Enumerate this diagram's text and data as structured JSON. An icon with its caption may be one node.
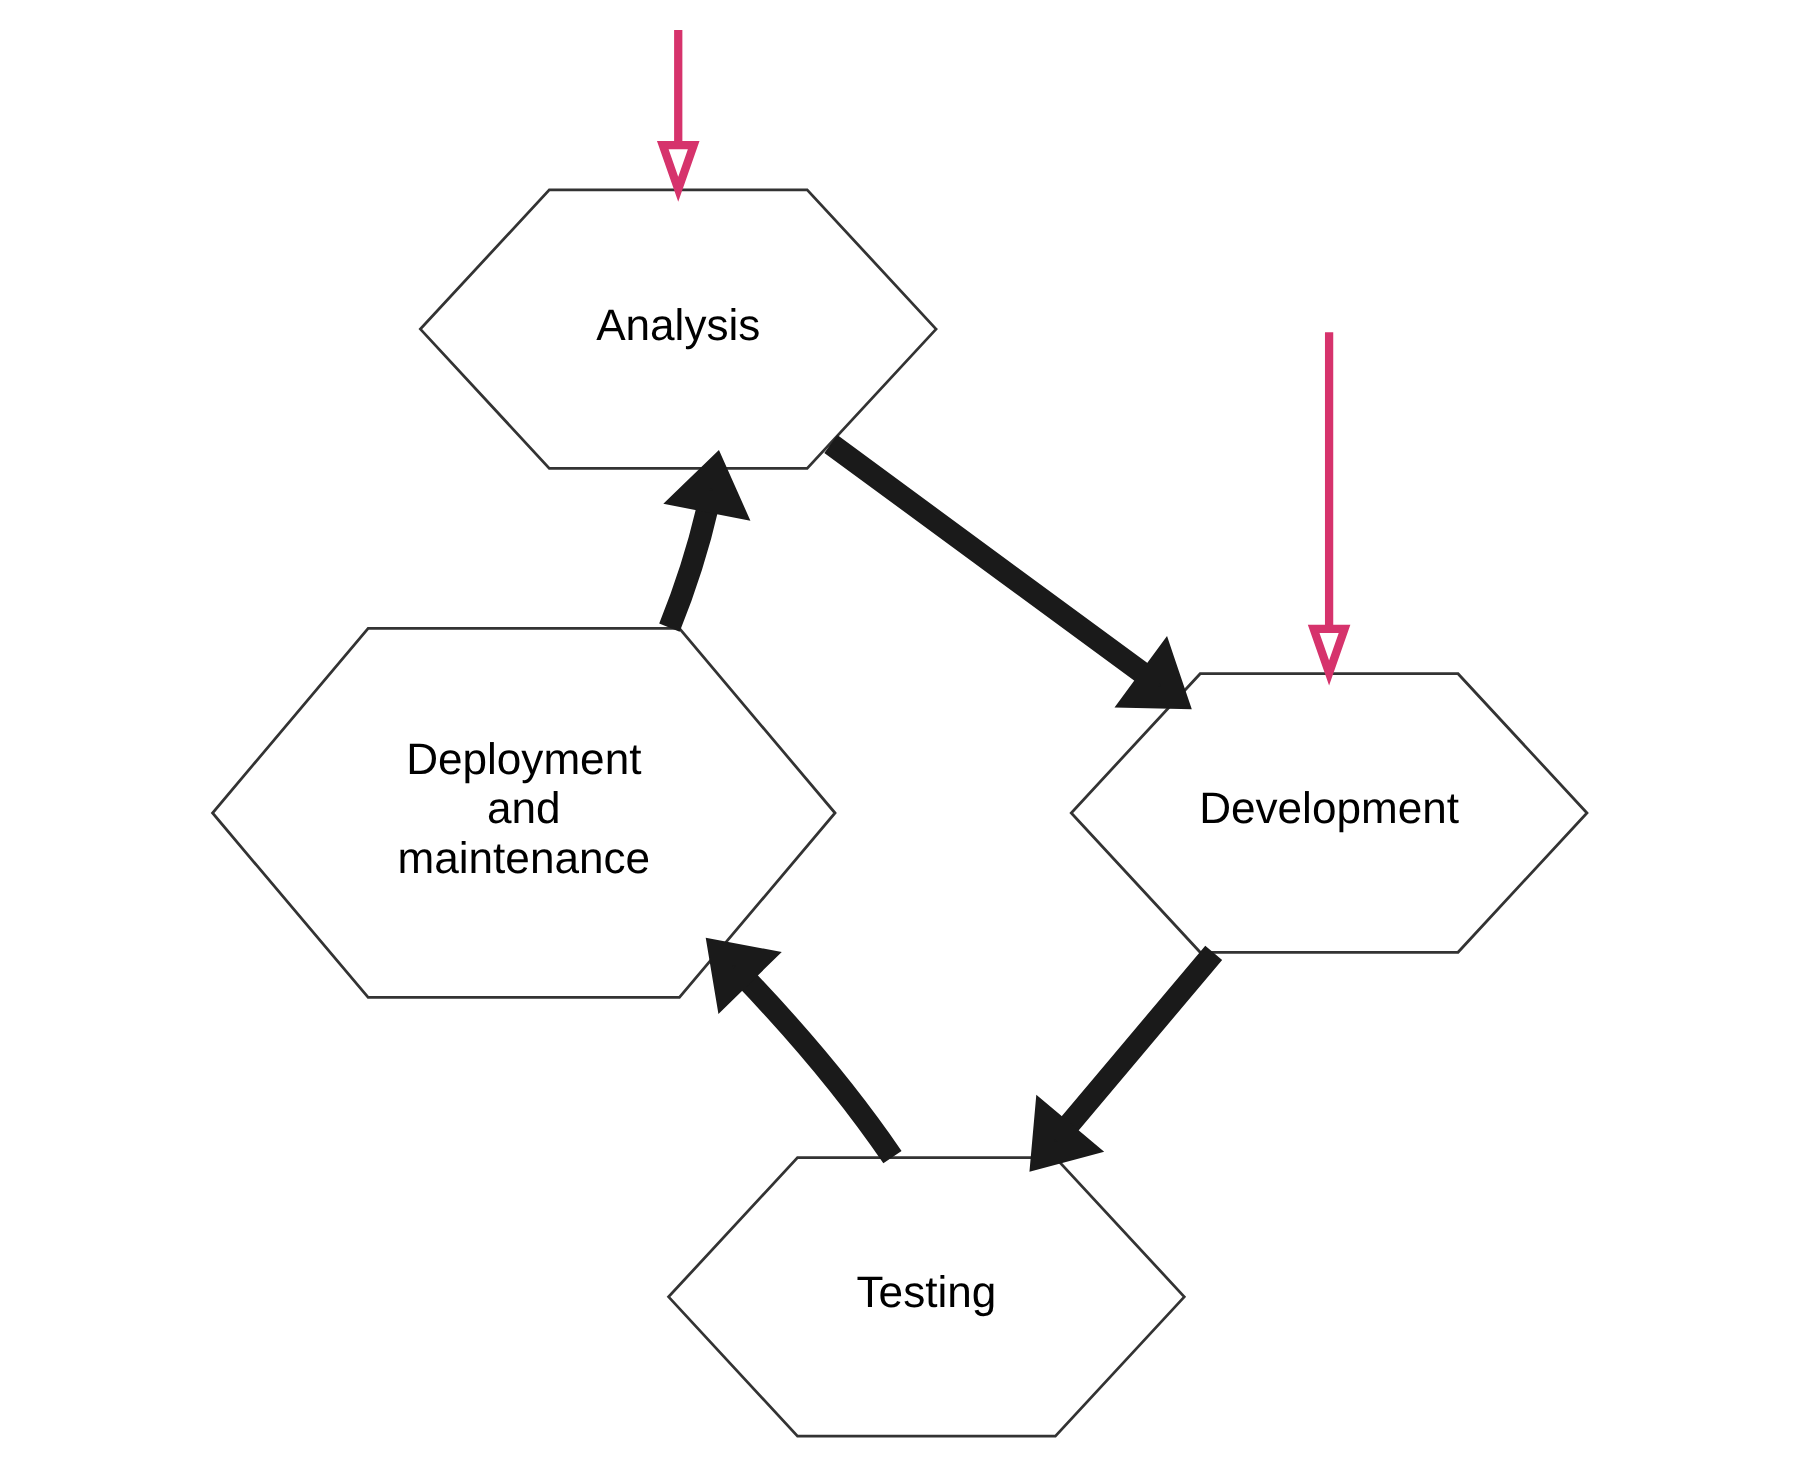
{
  "diagram": {
    "nodes": [
      {
        "text": [
          "Analysis"
        ]
      },
      {
        "text": [
          "Development"
        ]
      },
      {
        "text": [
          "Testing"
        ]
      },
      {
        "text": [
          "Deployment and maintenance"
        ]
      }
    ],
    "edges": [
      {
        "from": 0,
        "to": 1,
        "arrow": "to"
      },
      {
        "from": 1,
        "to": 2,
        "arrow": "to"
      },
      {
        "from": 2,
        "to": 3,
        "arrow": "to"
      },
      {
        "from": 3,
        "to": 0,
        "arrow": "to"
      },
      {
        "from": null,
        "to": 0,
        "arrow": "to",
        "color": "#d6336c"
      },
      {
        "from": null,
        "to": 1,
        "arrow": "to",
        "color": "#d6336c"
      }
    ]
  }
}
